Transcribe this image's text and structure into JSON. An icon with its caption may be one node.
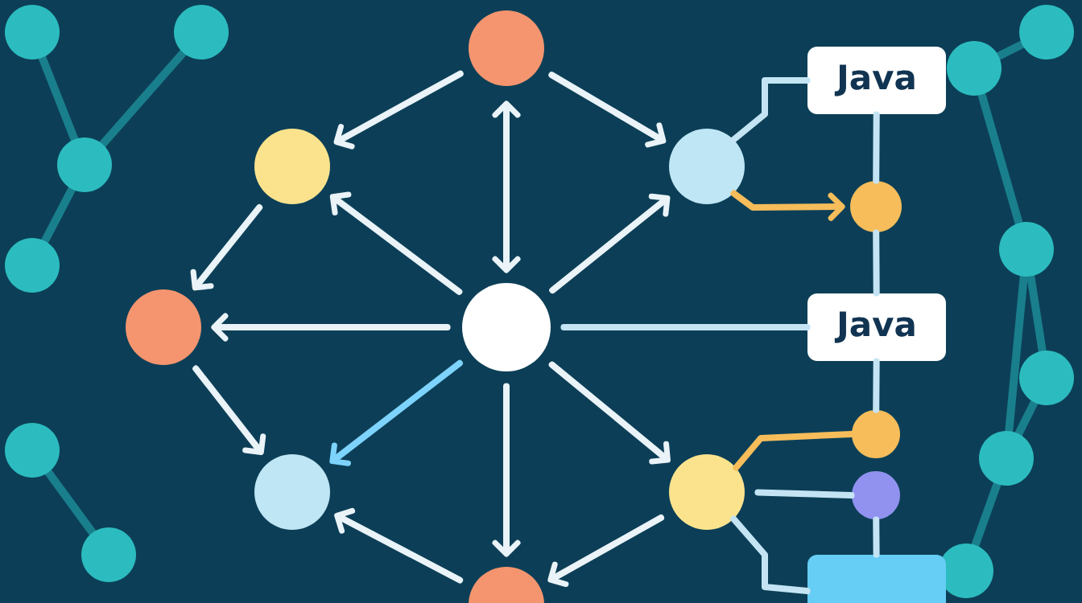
{
  "diagram": {
    "nodes": [
      {
        "text": [],
        "shape": "circle"
      },
      {
        "text": [],
        "shape": "circle"
      },
      {
        "text": [],
        "shape": "circle"
      },
      {
        "text": [
          "Java"
        ]
      },
      {
        "text": [],
        "shape": "circle"
      },
      {
        "text": [],
        "shape": "circle"
      },
      {
        "text": [],
        "shape": "circle"
      },
      {
        "text": [
          "Java"
        ]
      },
      {
        "text": [],
        "shape": "circle"
      },
      {
        "text": [],
        "shape": "circle"
      },
      {
        "text": [],
        "shape": "circle"
      },
      {
        "text": [],
        "shape": "circle"
      },
      {
        "text": [],
        "shape": "box"
      },
      {
        "text": [],
        "shape": "circle"
      }
    ],
    "edges": [
      {
        "from": 0,
        "to": 1,
        "arrow": "to"
      },
      {
        "from": 0,
        "to": 2,
        "arrow": "to"
      },
      {
        "from": 0,
        "to": 6,
        "arrow": "both"
      },
      {
        "from": 6,
        "to": 1,
        "arrow": "to"
      },
      {
        "from": 1,
        "to": 5,
        "arrow": "to"
      },
      {
        "from": 6,
        "to": 2,
        "arrow": "to"
      },
      {
        "from": 6,
        "to": 5,
        "arrow": "to"
      },
      {
        "from": 6,
        "to": 7,
        "arrow": "none",
        "color": "#c4e4f4"
      },
      {
        "from": 5,
        "to": 8,
        "arrow": "to"
      },
      {
        "from": 6,
        "to": 8,
        "arrow": "to",
        "color": "#7dd3fc"
      },
      {
        "from": 6,
        "to": 9,
        "arrow": "to"
      },
      {
        "from": 6,
        "to": 13,
        "arrow": "to"
      },
      {
        "from": 13,
        "to": 8,
        "arrow": "to"
      },
      {
        "from": 9,
        "to": 13,
        "arrow": "to"
      },
      {
        "from": 2,
        "to": 3,
        "arrow": "none",
        "color": "#c4e4f4"
      },
      {
        "from": 2,
        "to": 4,
        "arrow": "to",
        "color": "#f6bd5a"
      },
      {
        "from": 3,
        "to": 4,
        "arrow": "none",
        "color": "#c4e4f4"
      },
      {
        "from": 4,
        "to": 7,
        "arrow": "none",
        "color": "#c4e4f4"
      },
      {
        "from": 7,
        "to": 10,
        "arrow": "none",
        "color": "#c4e4f4"
      },
      {
        "from": 9,
        "to": 10,
        "arrow": "none",
        "color": "#f6bd5a"
      },
      {
        "from": 9,
        "to": 11,
        "arrow": "none",
        "color": "#c4e4f4"
      },
      {
        "from": 11,
        "to": 12,
        "arrow": "none",
        "color": "#c4e4f4"
      },
      {
        "from": 9,
        "to": 12,
        "arrow": "none",
        "color": "#c4e4f4"
      }
    ]
  }
}
